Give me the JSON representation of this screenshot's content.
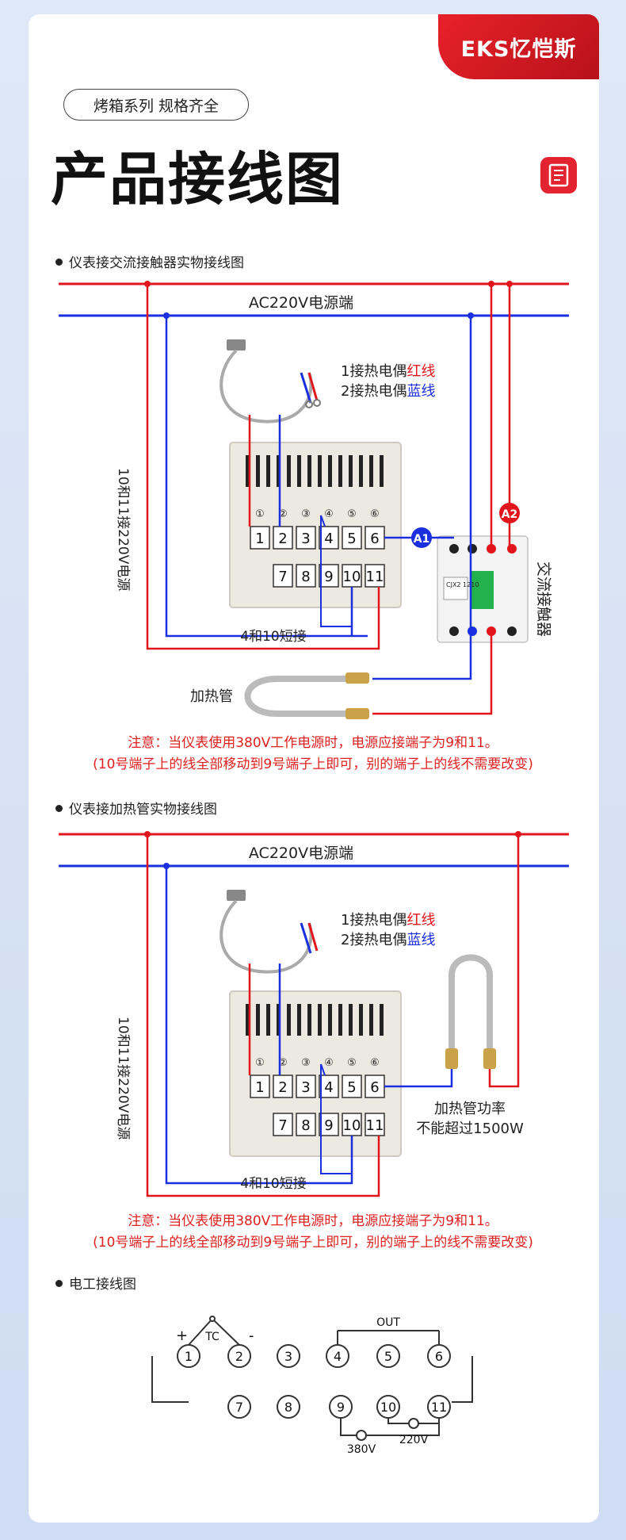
{
  "brand": {
    "name": "EKS忆恺斯"
  },
  "header": {
    "tag": "烤箱系列 规格齐全",
    "title": "产品接线图"
  },
  "colors": {
    "red": "#e3151c",
    "blue": "#1a2fe0",
    "accent": "#e32430"
  },
  "section1": {
    "heading": "仪表接交流接触器实物接线图",
    "power_label": "AC220V电源端",
    "tc_line1": "1接热电偶",
    "tc_line1_color": "红线",
    "tc_line2": "2接热电偶",
    "tc_line2_color": "蓝线",
    "side_label": "10和11接220V电源",
    "short_label": "4和10短接",
    "heater_label": "加热管",
    "contactor_label": "交流接触器",
    "a1": "A1",
    "a2": "A2",
    "contactor_model": "CJX2 1210",
    "note_line1": "注意：当仪表使用380V工作电源时，电源应接端子为9和11。",
    "note_line2": "(10号端子上的线全部移动到9号端子上即可，别的端子上的线不需要改变)"
  },
  "section2": {
    "heading": "仪表接加热管实物接线图",
    "power_label": "AC220V电源端",
    "tc_line1": "1接热电偶",
    "tc_line1_color": "红线",
    "tc_line2": "2接热电偶",
    "tc_line2_color": "蓝线",
    "side_label": "10和11接220V电源",
    "short_label": "4和10短接",
    "heater_power_line1": "加热管功率",
    "heater_power_line2": "不能超过1500W",
    "note_line1": "注意：当仪表使用380V工作电源时，电源应接端子为9和11。",
    "note_line2": "(10号端子上的线全部移动到9号端子上即可，别的端子上的线不需要改变)"
  },
  "section3": {
    "heading": "电工接线图",
    "tc": "TC",
    "plus": "+",
    "minus": "-",
    "out": "OUT",
    "v220": "220V",
    "v380": "380V"
  },
  "terminals": {
    "top": [
      "1",
      "2",
      "3",
      "4",
      "5",
      "6"
    ],
    "bottom": [
      "7",
      "8",
      "9",
      "10",
      "11"
    ],
    "top_circled": [
      "①",
      "②",
      "③",
      "④",
      "⑤",
      "⑥"
    ]
  }
}
